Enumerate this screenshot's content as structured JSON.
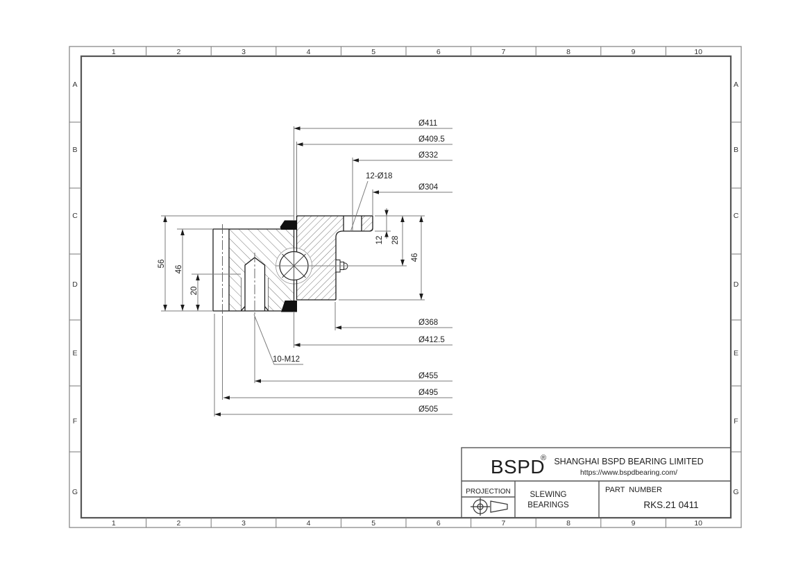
{
  "sheet": {
    "zone_columns": [
      "1",
      "2",
      "3",
      "4",
      "5",
      "6",
      "7",
      "8",
      "9",
      "10"
    ],
    "zone_rows": [
      "A",
      "B",
      "C",
      "D",
      "E",
      "F",
      "G"
    ]
  },
  "dimensions": {
    "diameters_top": {
      "d411": "Ø411",
      "d409_5": "Ø409.5",
      "d332": "Ø332",
      "flange_holes": "12-Ø18",
      "d304": "Ø304"
    },
    "diameters_bottom": {
      "d368": "Ø368",
      "d412_5": "Ø412.5",
      "tapped_holes": "10-M12",
      "d455": "Ø455",
      "d495": "Ø495",
      "d505": "Ø505"
    },
    "heights": {
      "overall": "56",
      "outer_ring": "46",
      "thread_depth": "20",
      "flange_thickness": "12",
      "top_to_center": "28",
      "inner_ring": "46"
    }
  },
  "title_block": {
    "logo": "BSPD",
    "logo_mark": "®",
    "company": "SHANGHAI BSPD BEARING LIMITED",
    "website": "https://www.bspdbearing.com/",
    "projection_label": "PROJECTION",
    "product_line1": "SLEWING",
    "product_line2": "BEARINGS",
    "part_number_label": "PART  NUMBER",
    "part_number": "RKS.21 0411"
  },
  "colors": {
    "part_outline": "#1c1c1c",
    "dimension_lines": "#7a7a7a",
    "hatch": "#4f4f4f",
    "seal_fill": "#111111",
    "frame": "#555555"
  }
}
